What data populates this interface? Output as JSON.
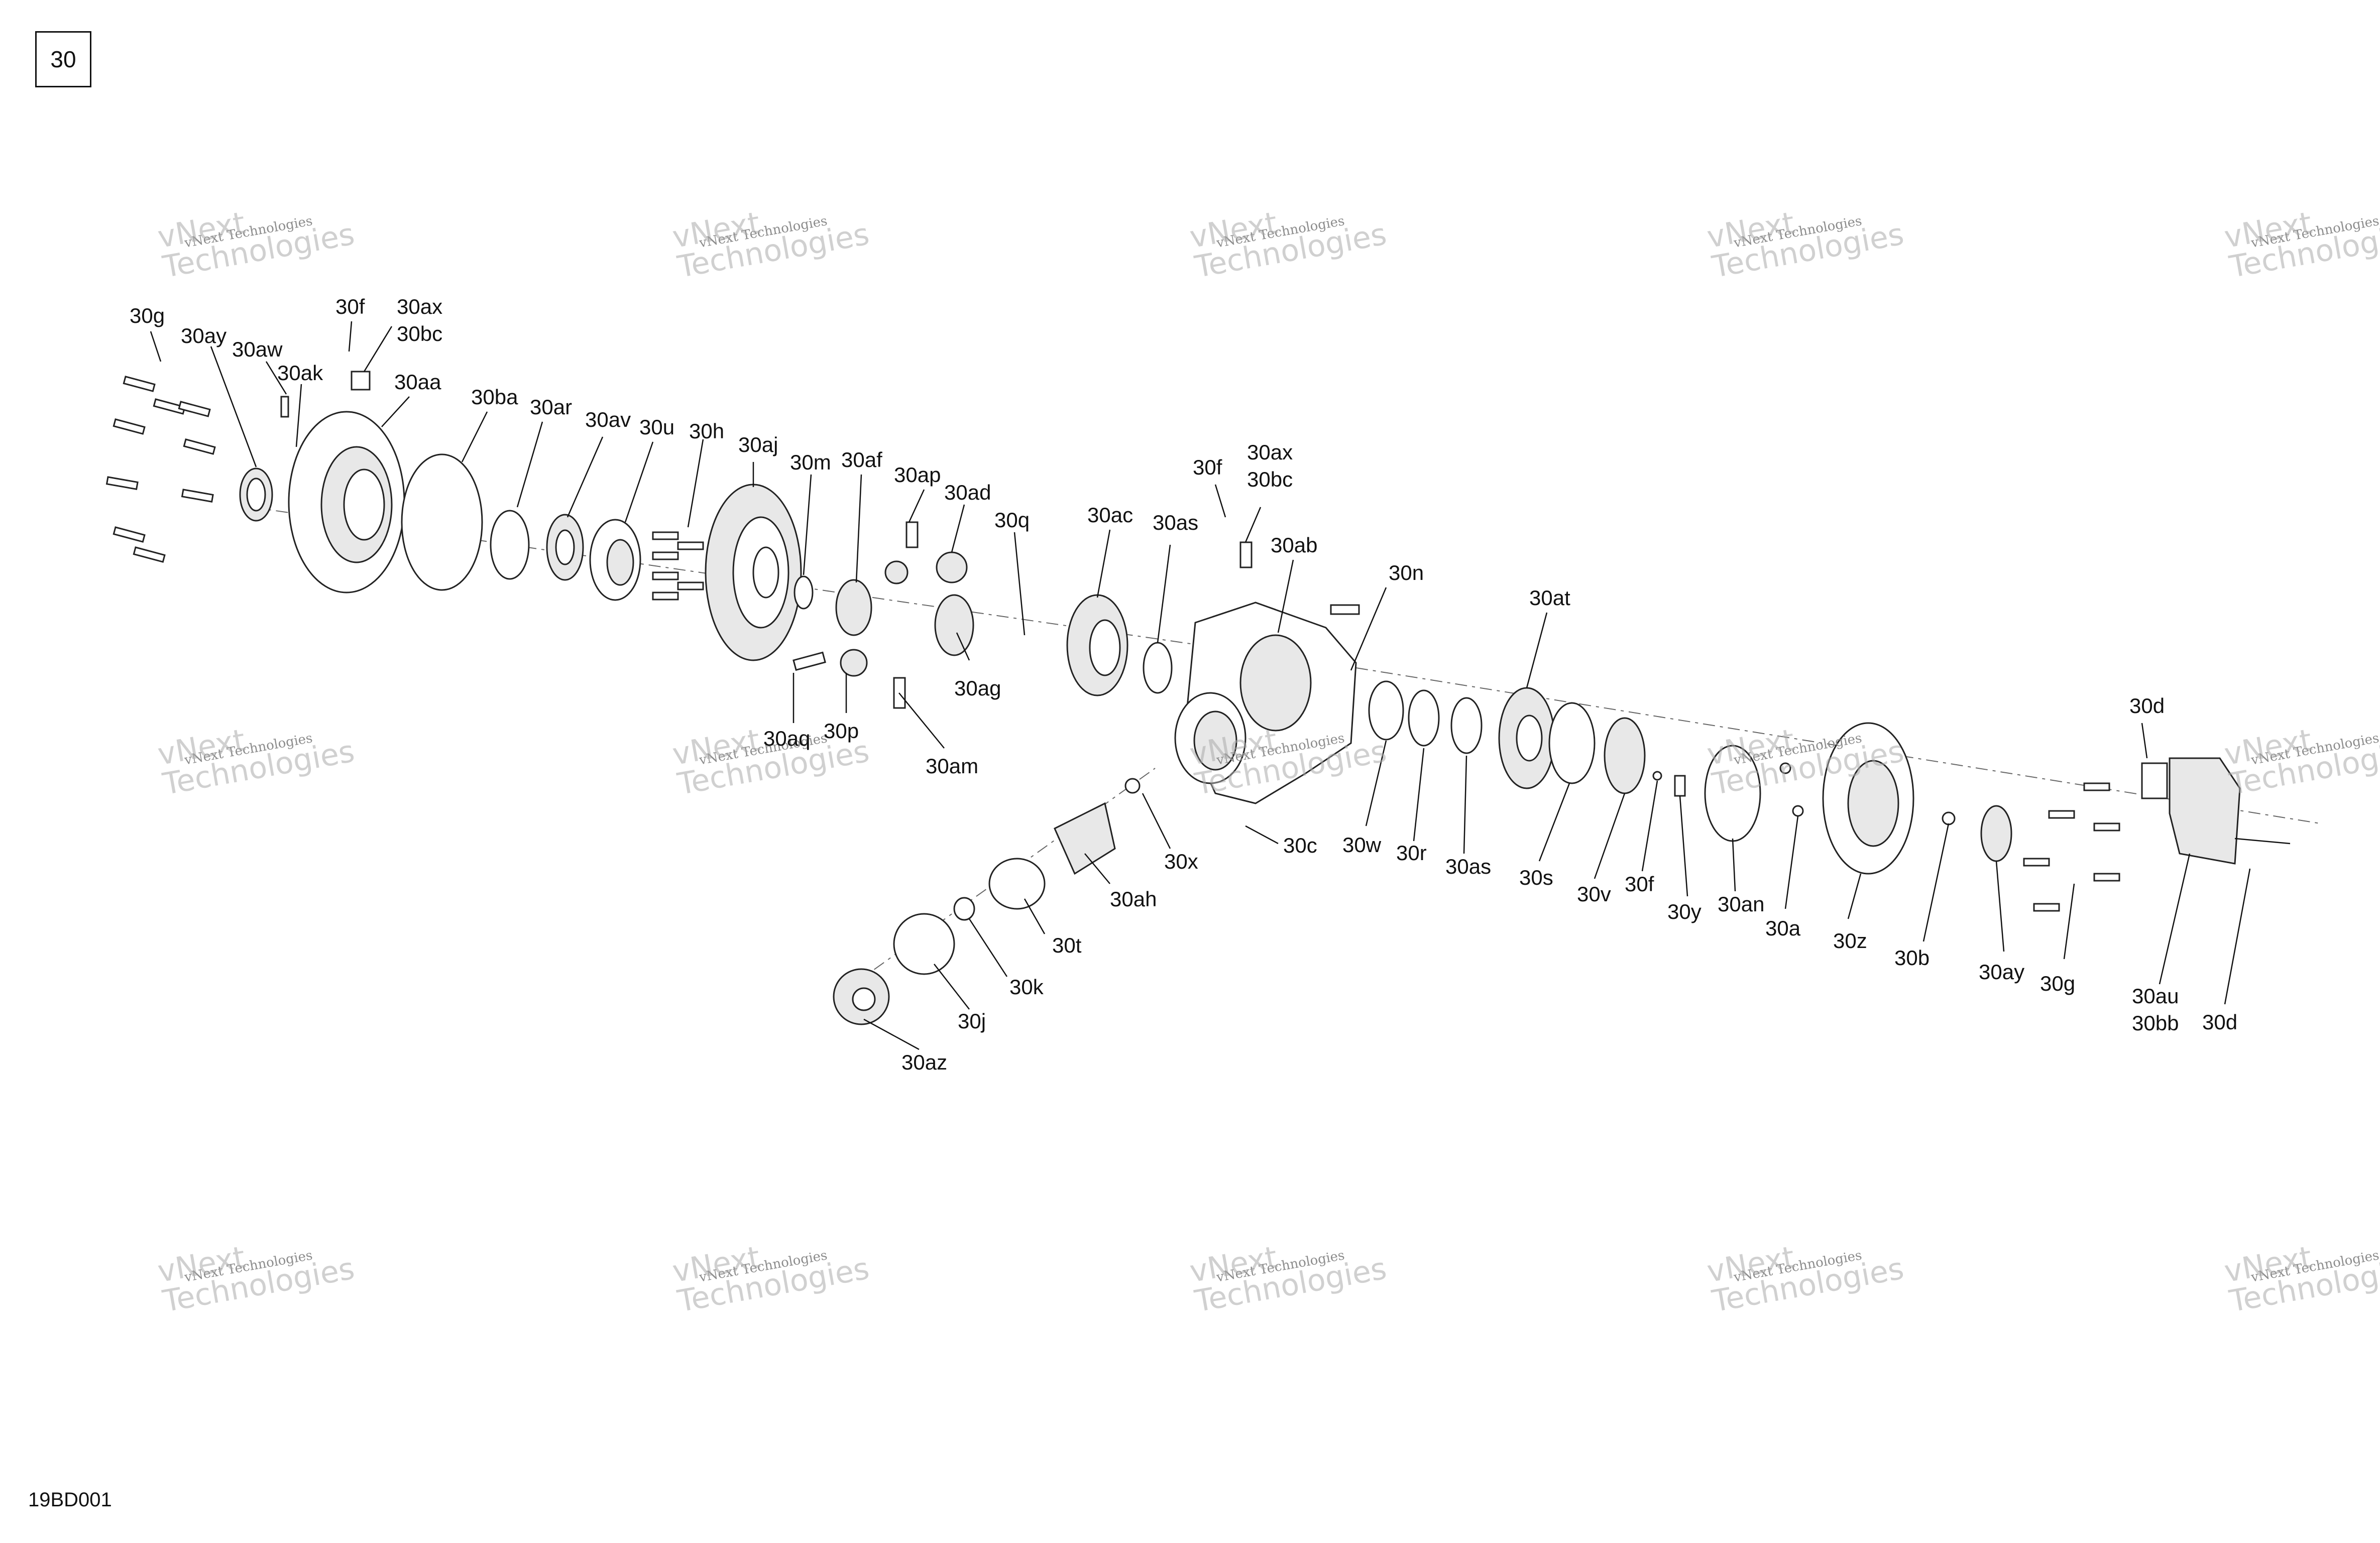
{
  "page_number": "30",
  "figure_code": "19BD001",
  "watermark": {
    "line1": "vNext Technologies",
    "line2": "vNext",
    "line3": "Technologies"
  },
  "callouts": [
    {
      "id": "30g",
      "lines": [
        "30g"
      ]
    },
    {
      "id": "30ay",
      "lines": [
        "30ay"
      ]
    },
    {
      "id": "30aw",
      "lines": [
        "30aw"
      ]
    },
    {
      "id": "30ak",
      "lines": [
        "30ak"
      ]
    },
    {
      "id": "30f",
      "lines": [
        "30f"
      ]
    },
    {
      "id": "30ax-30bc",
      "lines": [
        "30ax",
        "30bc"
      ]
    },
    {
      "id": "30aa",
      "lines": [
        "30aa"
      ]
    },
    {
      "id": "30ba",
      "lines": [
        "30ba"
      ]
    },
    {
      "id": "30ar",
      "lines": [
        "30ar"
      ]
    },
    {
      "id": "30av",
      "lines": [
        "30av"
      ]
    },
    {
      "id": "30u",
      "lines": [
        "30u"
      ]
    },
    {
      "id": "30h",
      "lines": [
        "30h"
      ]
    },
    {
      "id": "30aj",
      "lines": [
        "30aj"
      ]
    },
    {
      "id": "30m",
      "lines": [
        "30m"
      ]
    },
    {
      "id": "30af",
      "lines": [
        "30af"
      ]
    },
    {
      "id": "30ap",
      "lines": [
        "30ap"
      ]
    },
    {
      "id": "30ad",
      "lines": [
        "30ad"
      ]
    },
    {
      "id": "30q",
      "lines": [
        "30q"
      ]
    },
    {
      "id": "30ac",
      "lines": [
        "30ac"
      ]
    },
    {
      "id": "30as-1",
      "lines": [
        "30as"
      ]
    },
    {
      "id": "30f-2",
      "lines": [
        "30f"
      ]
    },
    {
      "id": "30ax-30bc-2",
      "lines": [
        "30ax",
        "30bc"
      ]
    },
    {
      "id": "30ab",
      "lines": [
        "30ab"
      ]
    },
    {
      "id": "30n",
      "lines": [
        "30n"
      ]
    },
    {
      "id": "30at",
      "lines": [
        "30at"
      ]
    },
    {
      "id": "30aq",
      "lines": [
        "30aq"
      ]
    },
    {
      "id": "30p",
      "lines": [
        "30p"
      ]
    },
    {
      "id": "30ag",
      "lines": [
        "30ag"
      ]
    },
    {
      "id": "30am",
      "lines": [
        "30am"
      ]
    },
    {
      "id": "30x",
      "lines": [
        "30x"
      ]
    },
    {
      "id": "30c",
      "lines": [
        "30c"
      ]
    },
    {
      "id": "30w",
      "lines": [
        "30w"
      ]
    },
    {
      "id": "30r",
      "lines": [
        "30r"
      ]
    },
    {
      "id": "30as-2",
      "lines": [
        "30as"
      ]
    },
    {
      "id": "30s",
      "lines": [
        "30s"
      ]
    },
    {
      "id": "30v",
      "lines": [
        "30v"
      ]
    },
    {
      "id": "30f-3",
      "lines": [
        "30f"
      ]
    },
    {
      "id": "30y",
      "lines": [
        "30y"
      ]
    },
    {
      "id": "30an",
      "lines": [
        "30an"
      ]
    },
    {
      "id": "30a",
      "lines": [
        "30a"
      ]
    },
    {
      "id": "30z",
      "lines": [
        "30z"
      ]
    },
    {
      "id": "30b",
      "lines": [
        "30b"
      ]
    },
    {
      "id": "30ay-2",
      "lines": [
        "30ay"
      ]
    },
    {
      "id": "30g-2",
      "lines": [
        "30g"
      ]
    },
    {
      "id": "30d",
      "lines": [
        "30d"
      ]
    },
    {
      "id": "30au-30bb",
      "lines": [
        "30au",
        "30bb"
      ]
    },
    {
      "id": "30d-2",
      "lines": [
        "30d"
      ]
    },
    {
      "id": "30ah",
      "lines": [
        "30ah"
      ]
    },
    {
      "id": "30t",
      "lines": [
        "30t"
      ]
    },
    {
      "id": "30k",
      "lines": [
        "30k"
      ]
    },
    {
      "id": "30j",
      "lines": [
        "30j"
      ]
    },
    {
      "id": "30az",
      "lines": [
        "30az"
      ]
    }
  ]
}
